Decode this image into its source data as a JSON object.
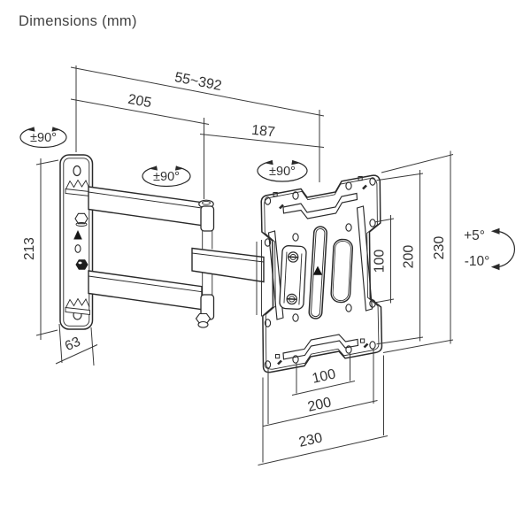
{
  "title": "Dimensions (mm)",
  "colors": {
    "background": "#ffffff",
    "line": "#2a2a2a",
    "dimension_line": "#3a3a3a",
    "text": "#333333"
  },
  "dimensions": {
    "arm_extension_range": "55~392",
    "arm_front_section": "205",
    "arm_rear_section": "187",
    "wall_plate_height": "213",
    "wall_plate_width": "63",
    "vesa_vertical_100": "100",
    "vesa_vertical_200": "200",
    "plate_height": "230",
    "vesa_horizontal_100": "100",
    "vesa_horizontal_200": "200",
    "plate_width": "230"
  },
  "angles": {
    "wall_joint_swivel": "±90°",
    "mid_joint_swivel": "±90°",
    "plate_joint_swivel": "±90°",
    "tilt_up": "+5°",
    "tilt_down": "-10°"
  }
}
